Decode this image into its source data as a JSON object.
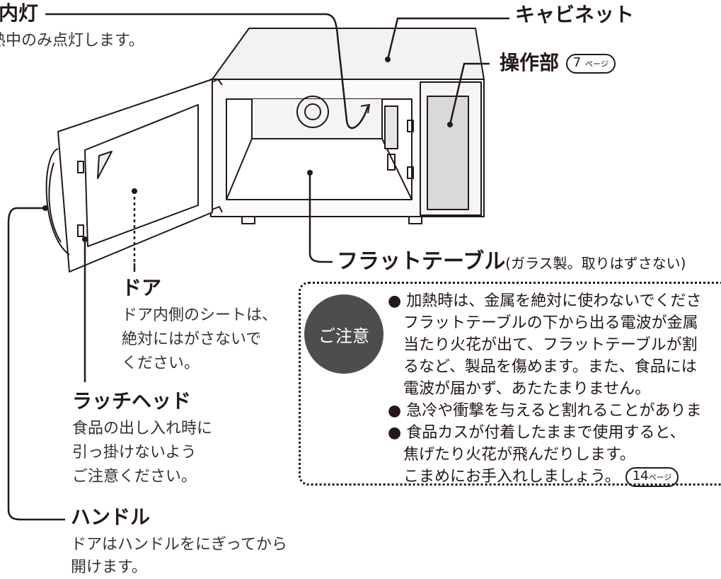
{
  "labels": {
    "lamp_title": "内灯",
    "lamp_desc": "熱中のみ点灯します。",
    "cabinet": "キャビネット",
    "control_panel": "操作部",
    "control_page_num": "7",
    "control_page_unit": "ページ",
    "flat_table": "フラットテーブル",
    "flat_table_note": "(ガラス製。取りはずさない)",
    "door_title": "ドア",
    "door_desc": [
      "ドア内側のシートは、",
      "絶対にはがさないで",
      "ください。"
    ],
    "latch_title": "ラッチヘッド",
    "latch_desc": [
      "食品の出し入れ時に",
      "引っ掛けないよう",
      "ご注意ください。"
    ],
    "handle_title": "ハンドル",
    "handle_desc": [
      "ドアはハンドルをにぎってから",
      "開けます。"
    ]
  },
  "caution": {
    "badge": "ご注意",
    "lines": [
      "● 加熱時は、金属を絶対に使わないでくださ",
      "フラットテーブルの下から出る電波が金属",
      "当たり火花が出て、フラットテーブルが割",
      "るなど、製品を傷めます。また、食品には",
      "電波が届かず、あたたまりません。",
      "● 急冷や衝撃を与えると割れることがありま",
      "● 食品カスが付着したままで使用すると、",
      "焦げたり火花が飛んだりします。",
      "こまめにお手入れしましょう。"
    ],
    "page_num": "14",
    "page_unit": "ページ"
  },
  "colors": {
    "ink": "#231815",
    "badge": "#4d4d4d",
    "panel": "#d9d9d9",
    "body": "#efefef"
  }
}
